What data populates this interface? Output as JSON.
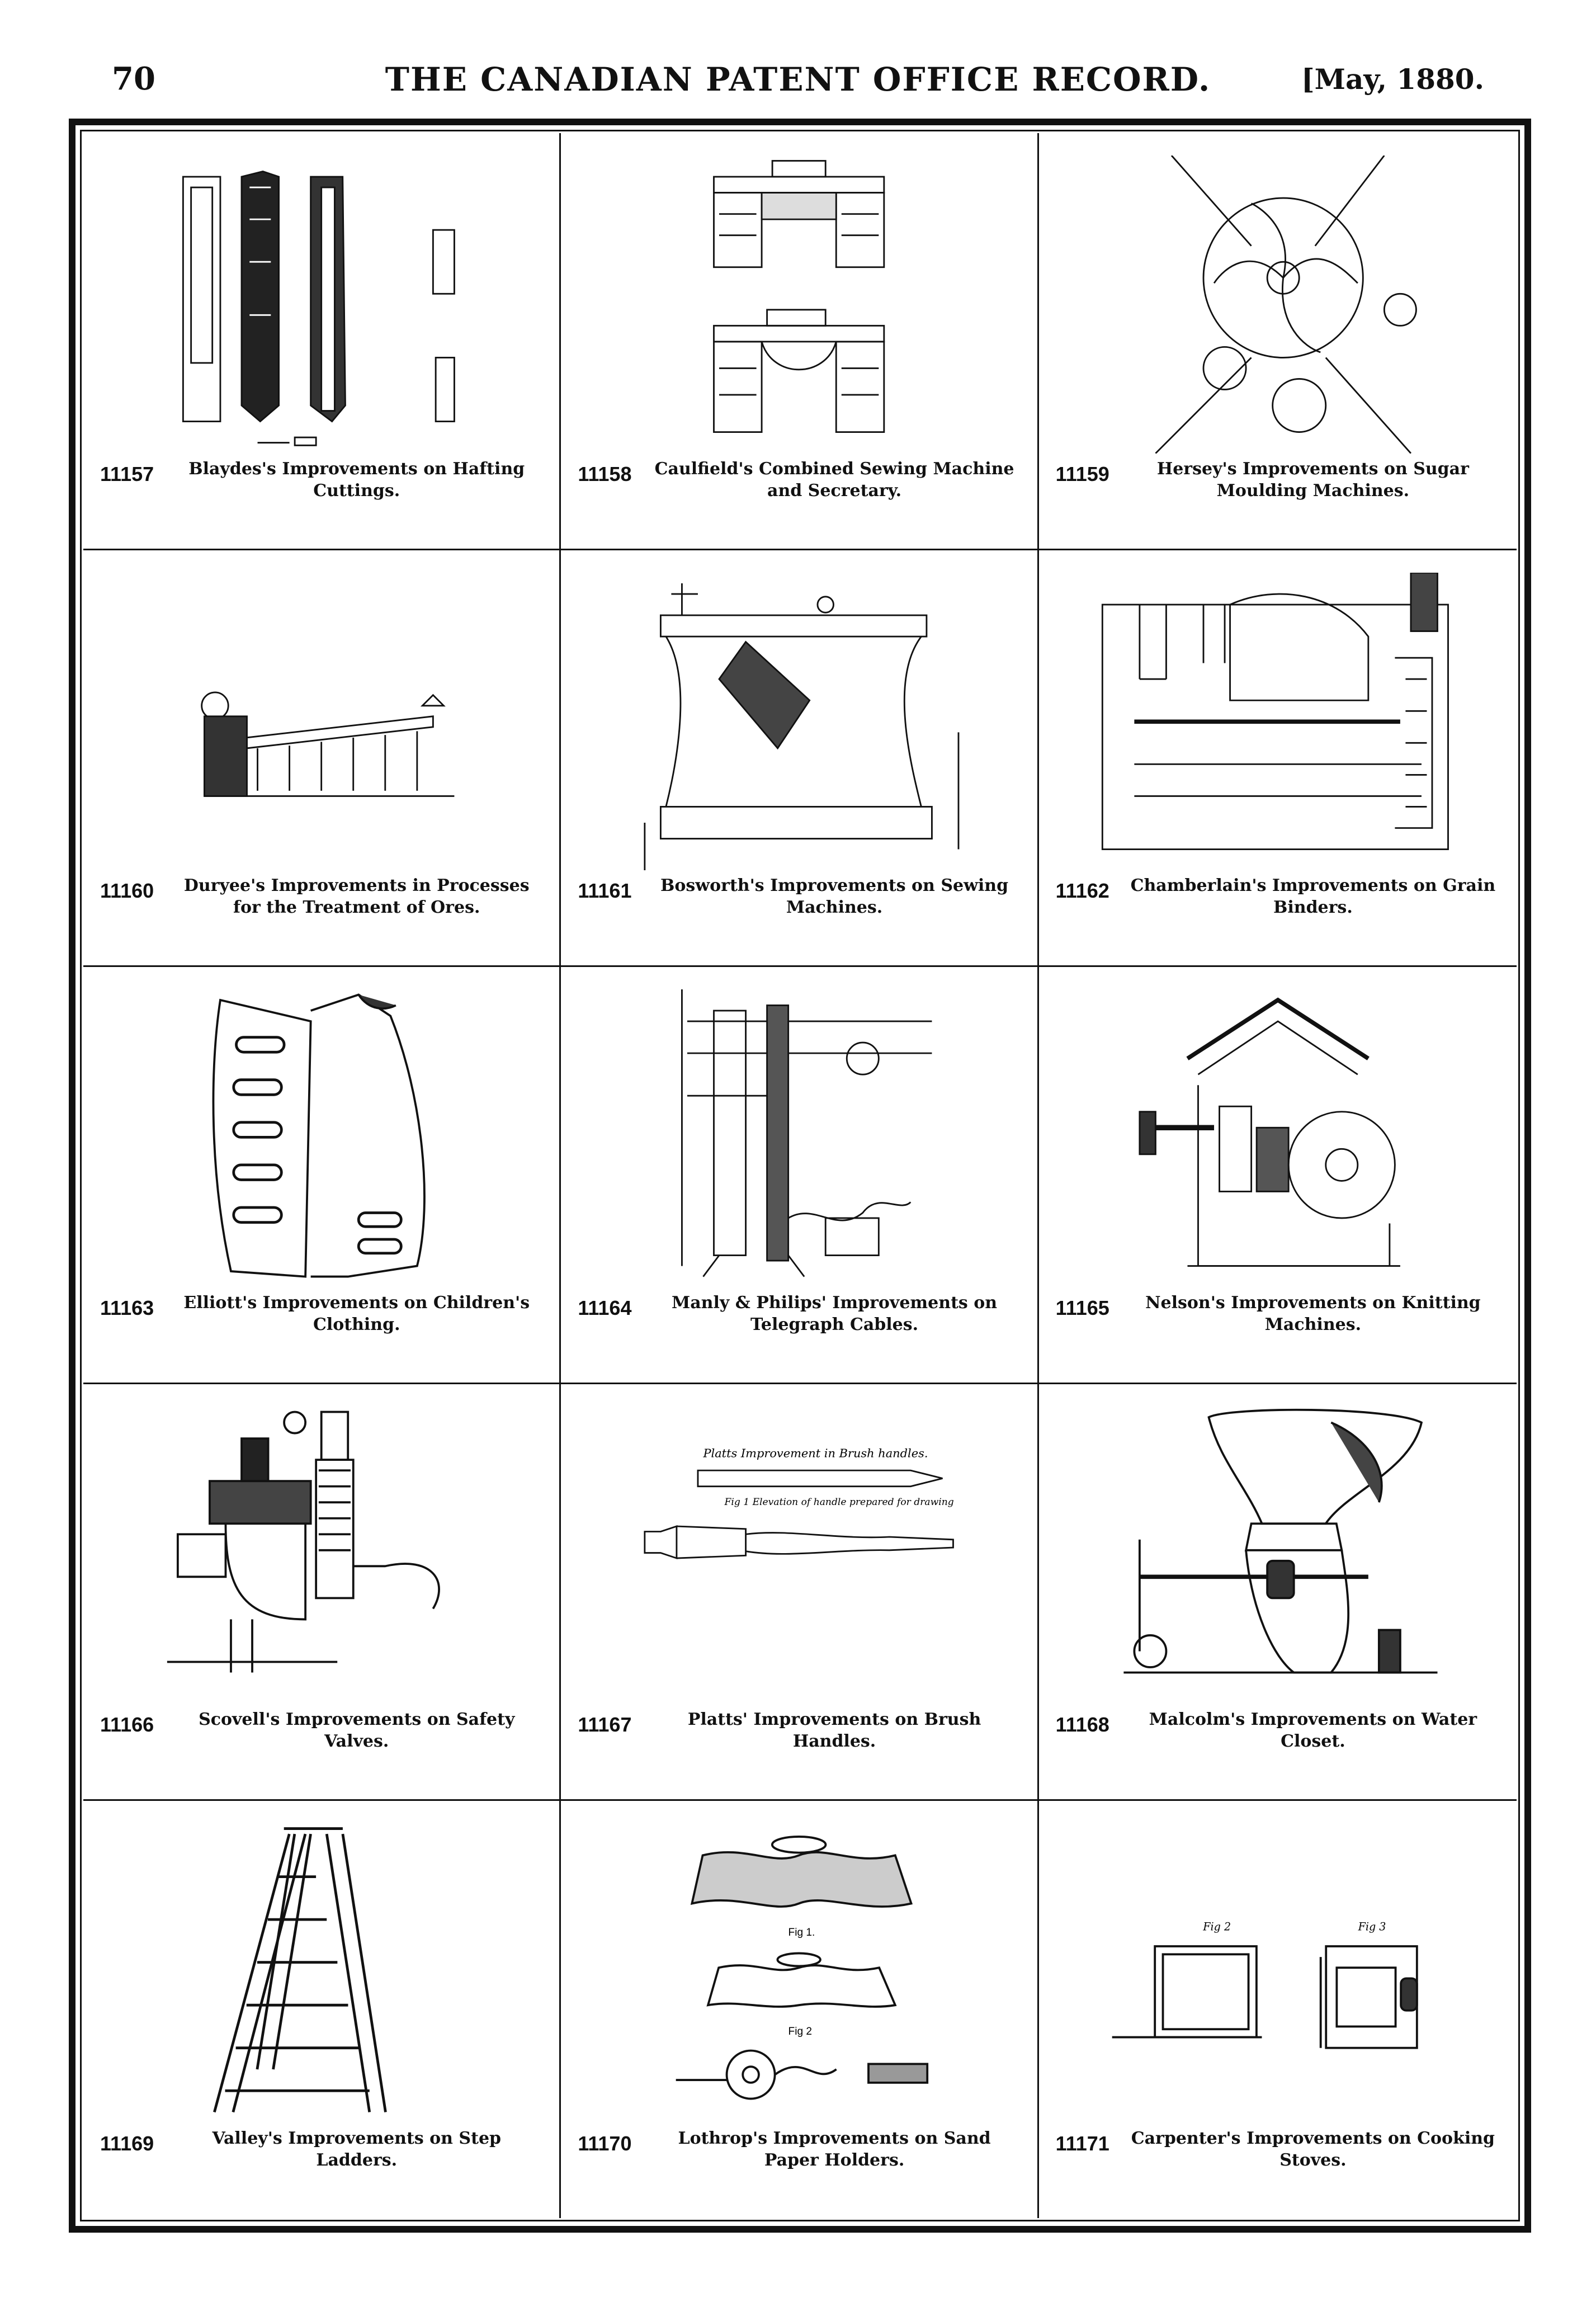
{
  "header": {
    "page_number": "70",
    "journal_title": "THE CANADIAN PATENT OFFICE RECORD.",
    "issue_date": "[May, 1880."
  },
  "patents": [
    {
      "number": "11157",
      "title": "Blaydes's Improvements on Hafting Cuttings."
    },
    {
      "number": "11158",
      "title": "Caulfield's Combined Sewing Machine and Secretary."
    },
    {
      "number": "11159",
      "title": "Hersey's Improvements on Sugar Moulding Machines."
    },
    {
      "number": "11160",
      "title": "Duryee's Improvements in Processes for the Treatment of Ores."
    },
    {
      "number": "11161",
      "title": "Bosworth's Improvements on Sewing Machines."
    },
    {
      "number": "11162",
      "title": "Chamberlain's Improvements on Grain Binders."
    },
    {
      "number": "11163",
      "title": "Elliott's Improvements on Children's Clothing."
    },
    {
      "number": "11164",
      "title": "Manly & Philips' Improvements on Telegraph Cables."
    },
    {
      "number": "11165",
      "title": "Nelson's Improvements on Knitting Machines."
    },
    {
      "number": "11166",
      "title": "Scovell's Improvements on Safety Valves."
    },
    {
      "number": "11167",
      "title": "Platts' Improvements on Brush Handles."
    },
    {
      "number": "11168",
      "title": "Malcolm's Improvements on Water Closet."
    },
    {
      "number": "11169",
      "title": "Valley's Improvements on Step Ladders."
    },
    {
      "number": "11170",
      "title": "Lothrop's Improvements on Sand Paper Holders."
    },
    {
      "number": "11171",
      "title": "Carpenter's Improvements on Cooking Stoves."
    }
  ],
  "figure_labels": {
    "brush_line1": "Platts Improvement in Brush handles.",
    "brush_line2": "Fig 1 Elevation of handle prepared for drawing",
    "sandpaper_fig1": "Fig 1.",
    "sandpaper_fig2": "Fig 2",
    "stove_fig2": "Fig 2",
    "stove_fig3": "Fig 3"
  }
}
